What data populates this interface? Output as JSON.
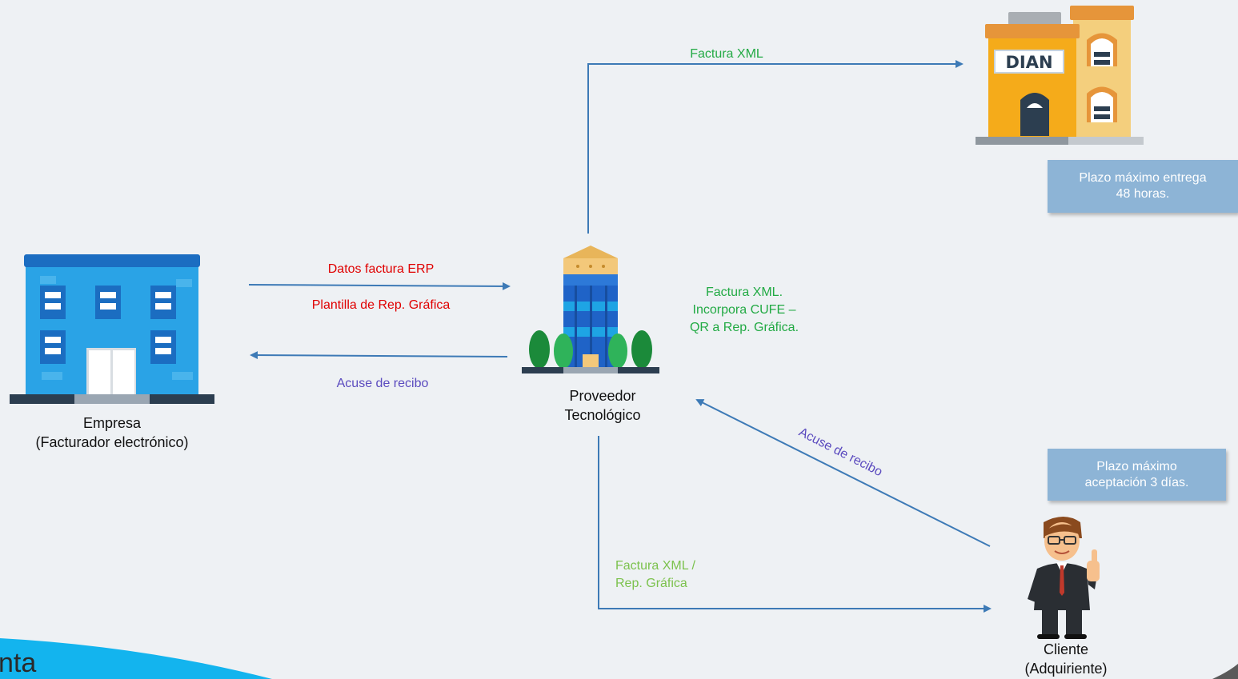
{
  "nodes": {
    "empresa": {
      "line1": "Empresa",
      "line2": "(Facturador electrónico)"
    },
    "proveedor": {
      "line1": "Proveedor",
      "line2": "Tecnológico"
    },
    "cliente": {
      "line1": "Cliente",
      "line2": "(Adquiriente)"
    },
    "dian": {
      "sign": "DIAN"
    }
  },
  "edges": {
    "datos_factura": "Datos factura ERP",
    "plantilla": "Plantilla de Rep. Gráfica",
    "acuse_empresa": "Acuse de recibo",
    "factura_xml_dian": "Factura XML",
    "factura_xml_cufe": [
      "Factura XML.",
      "Incorpora CUFE –",
      "QR a Rep. Gráfica."
    ],
    "acuse_cliente": "Acuse de recibo",
    "factura_cliente": [
      "Factura XML /",
      "Rep. Gráfica"
    ]
  },
  "notes": {
    "plazo_entrega": [
      "Plazo máximo entrega",
      "48 horas."
    ],
    "plazo_aceptacion": [
      "Plazo máximo",
      "aceptación 3 días."
    ]
  },
  "logo": {
    "text": "nta"
  },
  "colors": {
    "arrow": "#3d7ab6",
    "red_text": "#e00000",
    "green_text": "#22aa44",
    "lightgreen_text": "#7cc24e",
    "purple_text": "#5b4bbf",
    "note_bg": "#8db4d6"
  }
}
